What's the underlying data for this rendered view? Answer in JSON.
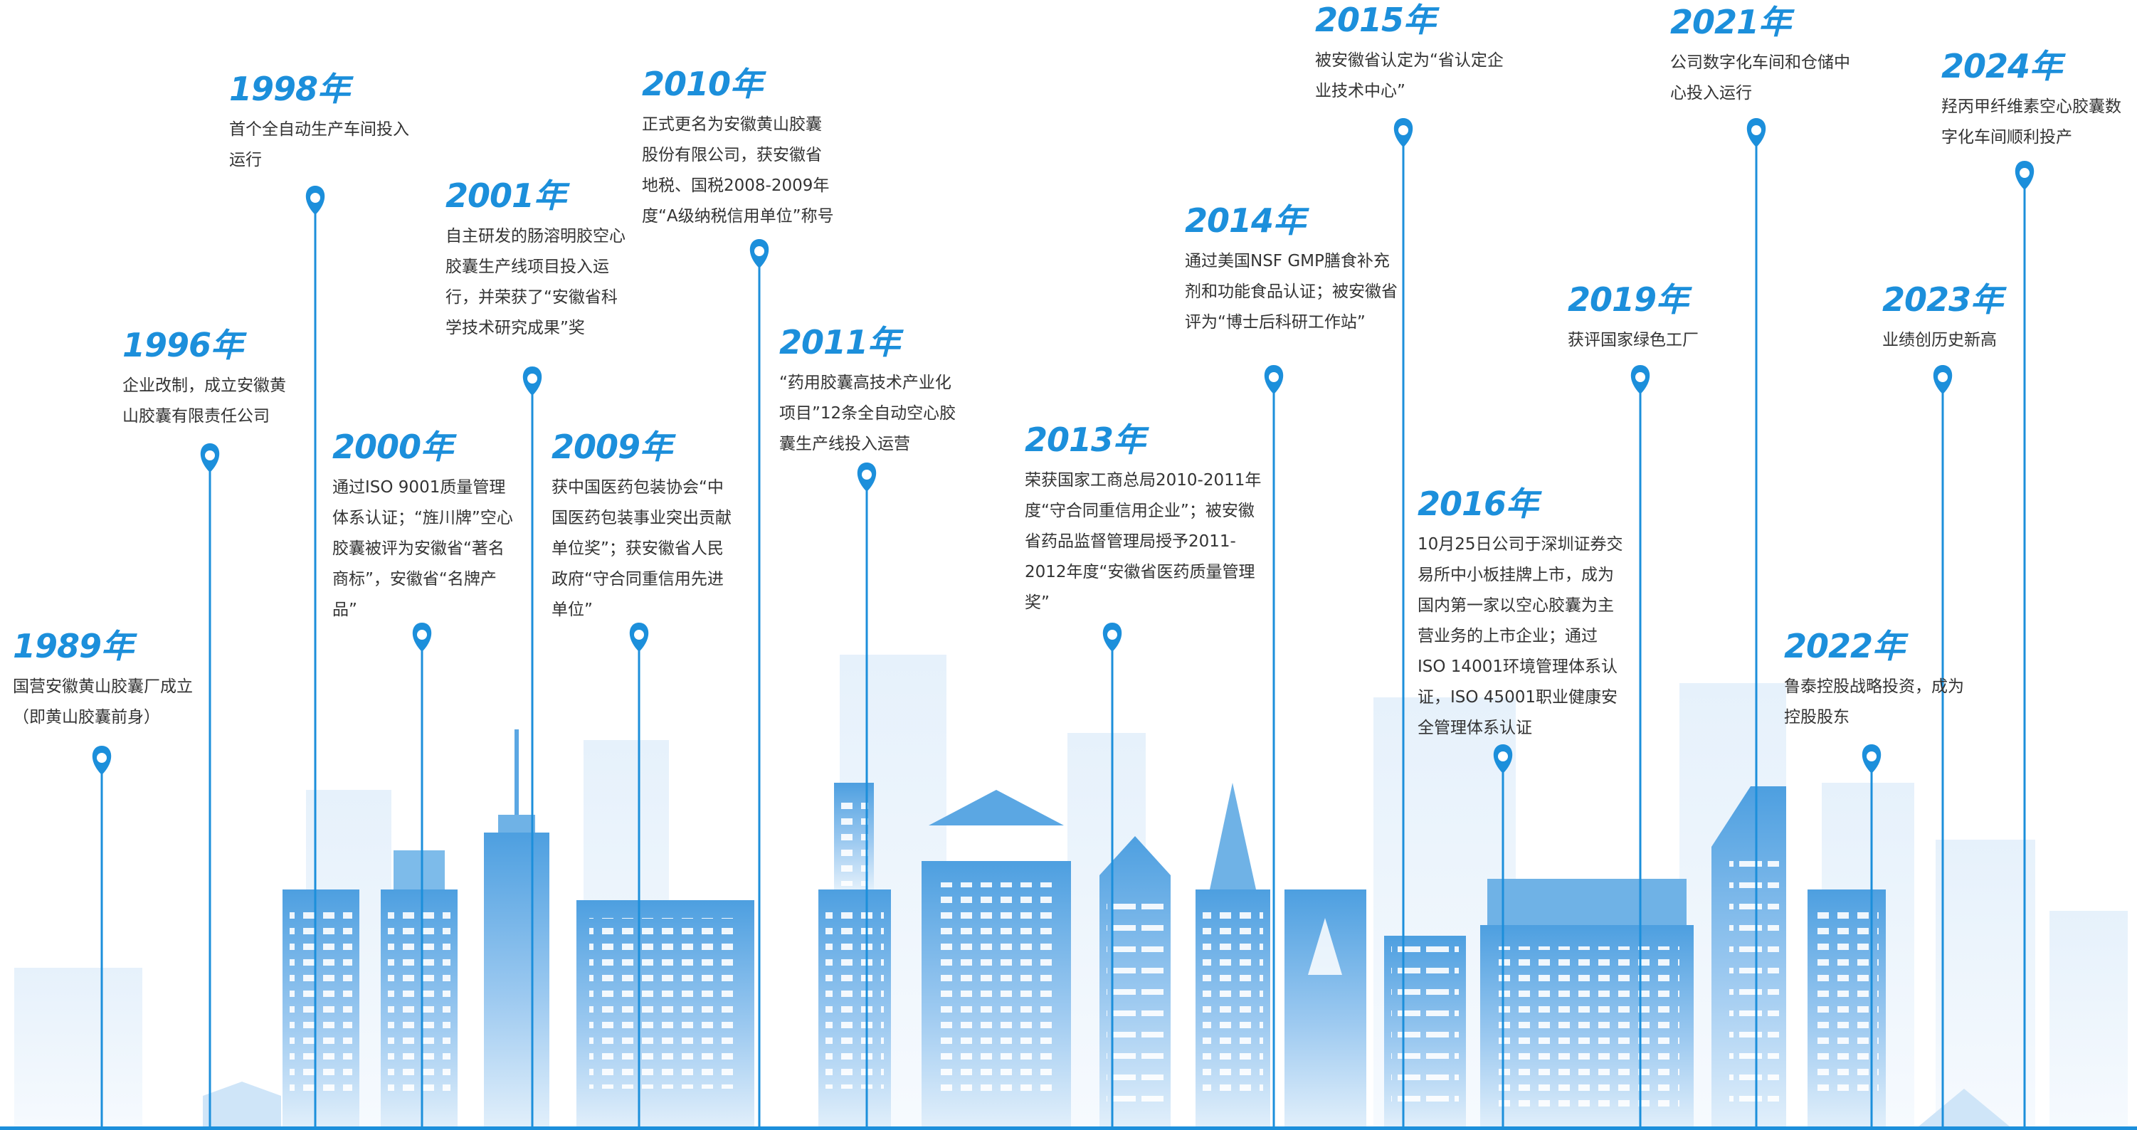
{
  "colors": {
    "accent": "#1c8fdb",
    "text": "#333333",
    "building_top": "#5ba7e3",
    "building_bottom": "#dcecf9"
  },
  "timeline": {
    "events": [
      {
        "year": "1989年",
        "text": "国营安徽黄山胶囊厂成立（即黄山胶囊前身）"
      },
      {
        "year": "1996年",
        "text": "企业改制，成立安徽黄山胶囊有限责任公司"
      },
      {
        "year": "1998年",
        "text": "首个全自动生产车间投入运行"
      },
      {
        "year": "2000年",
        "text": "通过ISO 9001质量管理体系认证；“旌川牌”空心胶囊被评为安徽省“著名商标”，安徽省“名牌产品”"
      },
      {
        "year": "2001年",
        "text": "自主研发的肠溶明胶空心胶囊生产线项目投入运行，并荣获了“安徽省科学技术研究成果”奖"
      },
      {
        "year": "2009年",
        "text": "获中国医药包装协会“中国医药包装事业突出贡献单位奖”；获安徽省人民政府“守合同重信用先进单位”"
      },
      {
        "year": "2010年",
        "text": "正式更名为安徽黄山胶囊股份有限公司，获安徽省地税、国税2008-2009年度“A级纳税信用单位”称号"
      },
      {
        "year": "2011年",
        "text": "“药用胶囊高技术产业化项目”12条全自动空心胶囊生产线投入运营"
      },
      {
        "year": "2013年",
        "text": "荣获国家工商总局2010-2011年度“守合同重信用企业”；被安徽省药品监督管理局授予2011-2012年度“安徽省医药质量管理奖”"
      },
      {
        "year": "2014年",
        "text": "通过美国NSF GMP膳食补充剂和功能食品认证；被安徽省评为“博士后科研工作站”"
      },
      {
        "year": "2015年",
        "text": "被安徽省认定为“省认定企业技术中心”"
      },
      {
        "year": "2016年",
        "text": "10月25日公司于深圳证券交易所中小板挂牌上市，成为国内第一家以空心胶囊为主营业务的上市企业；通过ISO 14001环境管理体系认证，ISO 45001职业健康安全管理体系认证"
      },
      {
        "year": "2019年",
        "text": "获评国家绿色工厂"
      },
      {
        "year": "2021年",
        "text": "公司数字化车间和仓储中心投入运行"
      },
      {
        "year": "2022年",
        "text": "鲁泰控股战略投资，成为控股股东"
      },
      {
        "year": "2023年",
        "text": "业绩创历史新高"
      },
      {
        "year": "2024年",
        "text": "羟丙甲纤维素空心胶囊数字化车间顺利投产"
      }
    ]
  }
}
